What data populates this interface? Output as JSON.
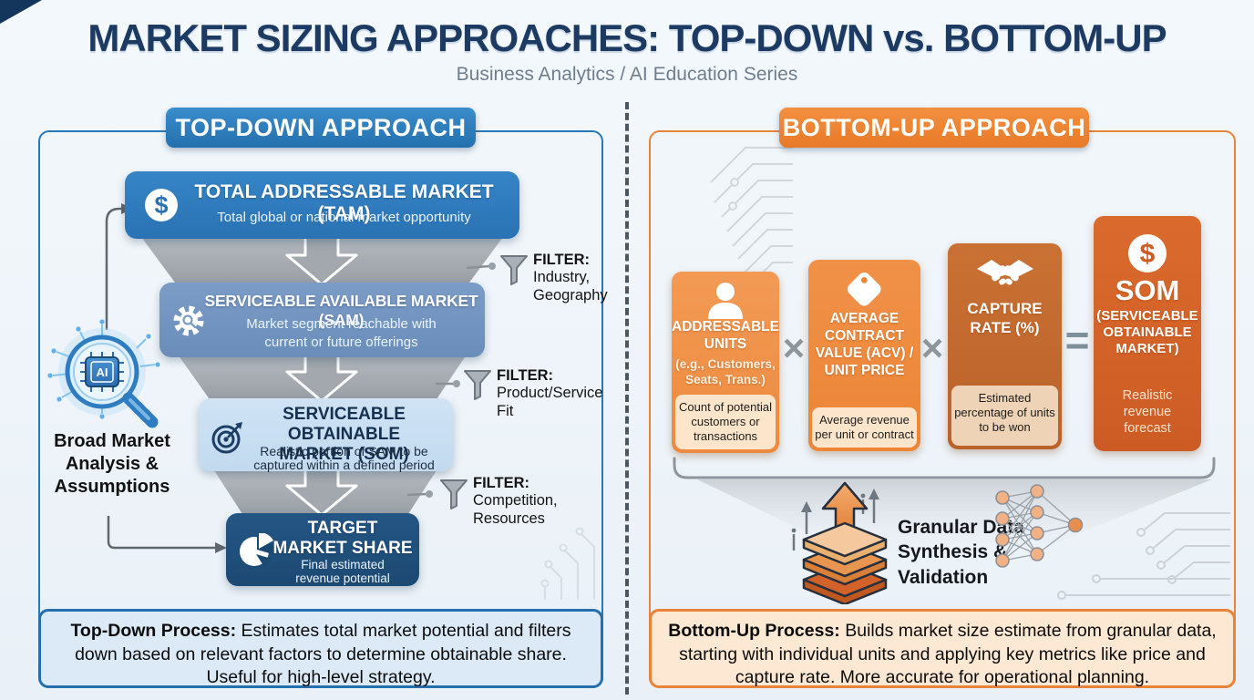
{
  "header": {
    "title": "MARKET SIZING APPROACHES: TOP-DOWN vs. BOTTOM-UP",
    "subtitle": "Business Analytics / AI Education Series"
  },
  "colors": {
    "navy": "#1d3a63",
    "blue_accent": "#2878b8",
    "orange_accent": "#e8833a",
    "funnel_gray": "#a2a8ae"
  },
  "top_down": {
    "title": "TOP-DOWN APPROACH",
    "funnel": [
      {
        "icon": "dollar",
        "title": "TOTAL ADDRESSABLE MARKET (TAM)",
        "subtitle": "Total global or national market opportunity"
      },
      {
        "icon": "gear",
        "title": "SERVICEABLE AVAILABLE MARKET (SAM)",
        "subtitle": "Market segment reachable with\ncurrent or future offerings"
      },
      {
        "icon": "target",
        "title": "SERVICEABLE OBTAINABLE\nMARKET (SOM)",
        "subtitle": "Realistic portion of SAM to be\ncaptured within a defined period"
      },
      {
        "icon": "pie-chart",
        "title": "TARGET\nMARKET SHARE",
        "subtitle": "Final estimated\nrevenue potential"
      }
    ],
    "filters": [
      {
        "label": "FILTER:",
        "detail": "Industry,\nGeography"
      },
      {
        "label": "FILTER:",
        "detail": "Product/Service\nFit"
      },
      {
        "label": "FILTER:",
        "detail": "Competition,\nResources"
      }
    ],
    "side_label": "Broad Market\nAnalysis &\nAssumptions",
    "process_bold": "Top-Down Process:",
    "process_rest": " Estimates total market potential and filters down based on relevant factors to determine obtainable share. Useful for high-level strategy."
  },
  "bottom_up": {
    "title": "BOTTOM-UP APPROACH",
    "blocks": [
      {
        "icon": "person",
        "title": "ADDRESSABLE\nUNITS",
        "subtitle": "(e.g., Customers,\nSeats, Trans.)",
        "footer": "Count of potential customers or transactions"
      },
      {
        "icon": "price-tag",
        "title": "AVERAGE\nCONTRACT\nVALUE (ACV) /\nUNIT PRICE",
        "footer": "Average revenue per unit or contract"
      },
      {
        "icon": "handshake",
        "title": "CAPTURE\nRATE (%)",
        "footer": "Estimated percentage of units to be won"
      },
      {
        "icon": "dollar",
        "title": "SOM",
        "subtitle": "(SERVICEABLE\nOBTAINABLE\nMARKET)",
        "footer": "Realistic revenue\nforecast"
      }
    ],
    "operators": [
      "×",
      "×",
      "="
    ],
    "synthesis_label": "Granular Data\nSynthesis & Validation",
    "process_bold": "Bottom-Up Process:",
    "process_rest": " Builds market size estimate from granular data, starting with individual units and applying key metrics like price and capture rate. More accurate for operational planning."
  }
}
